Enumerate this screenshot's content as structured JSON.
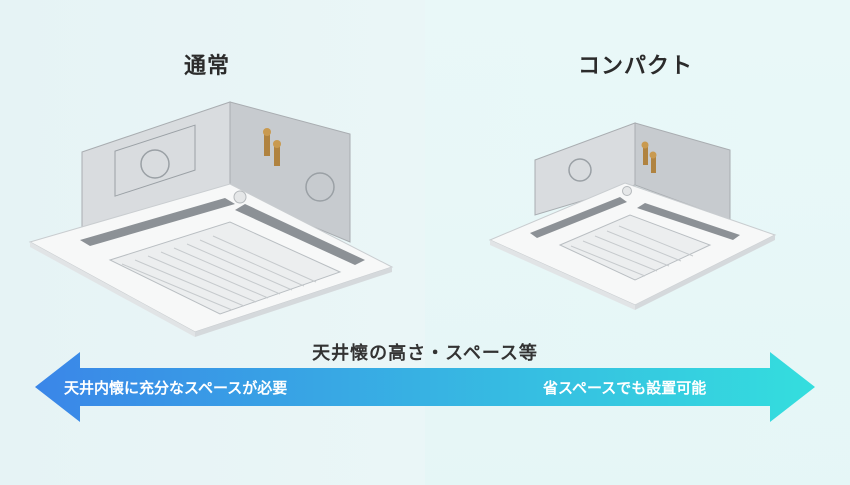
{
  "labels": {
    "normal": "通常",
    "compact": "コンパクト"
  },
  "caption": "天井懐の高さ・スペース等",
  "arrow": {
    "left_text": "天井内懐に充分なスペースが必要",
    "right_text": "省スペースでも設置可能",
    "color_left": "#3a86e8",
    "color_right": "#34dede"
  },
  "images": {
    "normal_unit": "ceiling-cassette-ac-normal",
    "compact_unit": "ceiling-cassette-ac-compact"
  }
}
